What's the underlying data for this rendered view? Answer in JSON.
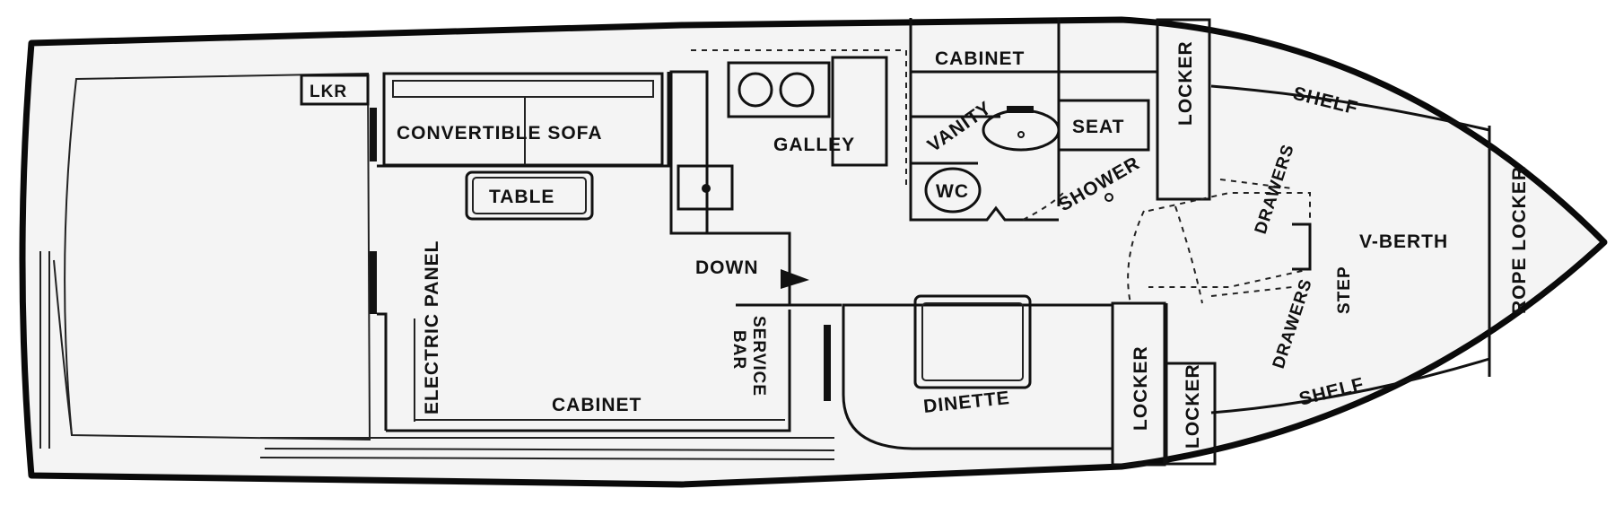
{
  "diagram": {
    "labels": {
      "lkr": "LKR",
      "convertible_sofa": "CONVERTIBLE SOFA",
      "table": "TABLE",
      "galley": "GALLEY",
      "cabinet_top": "CABINET",
      "vanity": "VANITY",
      "seat": "SEAT",
      "locker_top": "LOCKER",
      "shelf_top": "SHELF",
      "wc": "WC",
      "shower": "SHOWER",
      "drawers_top": "DRAWERS",
      "v_berth": "V-BERTH",
      "rope_locker": "ROPE LOCKER",
      "electric_panel": "ELECTRIC PANEL",
      "down": "DOWN",
      "service": "SERVICE",
      "bar": "BAR",
      "cabinet_bottom": "CABINET",
      "dinette": "DINETTE",
      "locker_mid": "LOCKER",
      "locker_bottom": "LOCKER",
      "drawers_bottom": "DRAWERS",
      "step": "STEP",
      "shelf_bottom": "SHELF"
    },
    "colors": {
      "ink": "#111111",
      "paper": "#ffffff",
      "deck": "#f4f4f4"
    }
  }
}
